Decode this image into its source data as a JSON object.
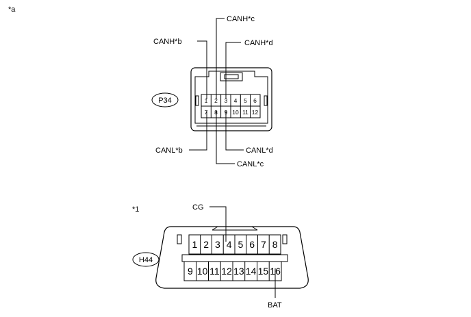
{
  "markers": {
    "a": "*a",
    "one": "*1"
  },
  "connector_p34": {
    "name": "P34",
    "pins_top": [
      "1",
      "2",
      "3",
      "4",
      "5",
      "6"
    ],
    "pins_bottom": [
      "7",
      "8",
      "9",
      "10",
      "11",
      "12"
    ],
    "labels": {
      "canh_b": "CANH*b",
      "canh_c": "CANH*c",
      "canh_d": "CANH*d",
      "canl_b": "CANL*b",
      "canl_c": "CANL*c",
      "canl_d": "CANL*d"
    }
  },
  "connector_h44": {
    "name": "H44",
    "pins_top": [
      "1",
      "2",
      "3",
      "4",
      "5",
      "6",
      "7",
      "8"
    ],
    "pins_bottom": [
      "9",
      "10",
      "11",
      "12",
      "13",
      "14",
      "15",
      "16"
    ],
    "labels": {
      "cg": "CG",
      "bat": "BAT"
    }
  }
}
